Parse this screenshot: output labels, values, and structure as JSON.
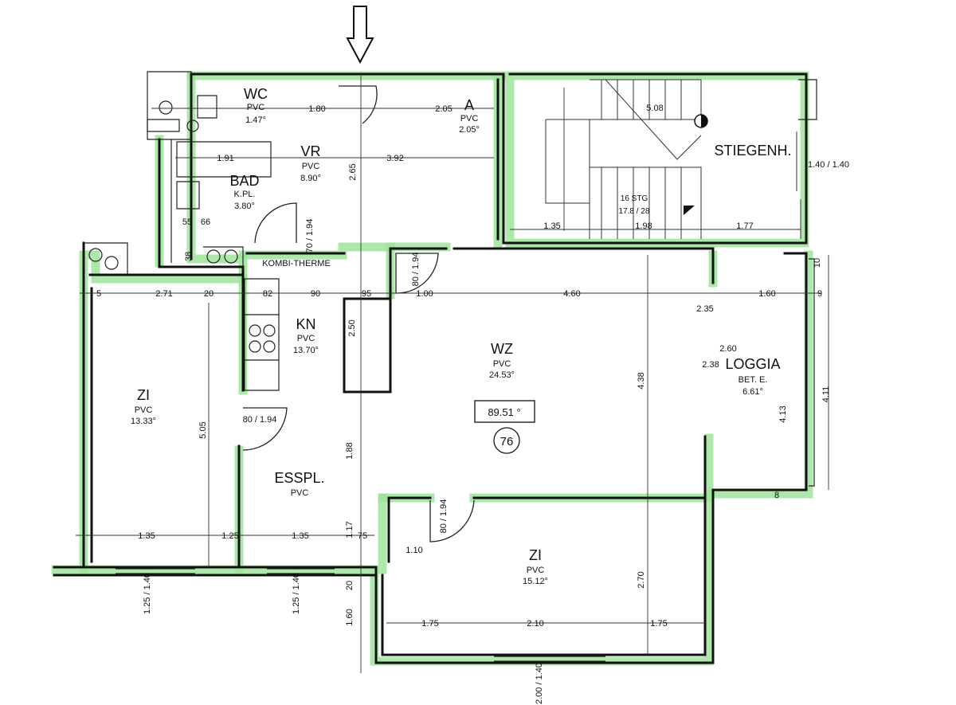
{
  "rooms": {
    "wc": {
      "name": "WC",
      "floor": "PVC",
      "area": "1.47°"
    },
    "a": {
      "name": "A",
      "floor": "PVC",
      "area": "2.05°"
    },
    "vr": {
      "name": "VR",
      "floor": "PVC",
      "area": "8.90°"
    },
    "bad": {
      "name": "BAD",
      "floor": "K.PL.",
      "area": "3.80°"
    },
    "stiegenh": {
      "name": "STIEGENH."
    },
    "kombi": {
      "name": "KOMBI-THERME"
    },
    "kn": {
      "name": "KN",
      "floor": "PVC",
      "area": "13.70°"
    },
    "wz": {
      "name": "WZ",
      "floor": "PVC",
      "area": "24.53°"
    },
    "loggia": {
      "name": "LOGGIA",
      "floor": "BET. E.",
      "area": "6.61°"
    },
    "zi_left": {
      "name": "ZI",
      "floor": "PVC",
      "area": "13.33°"
    },
    "esspl": {
      "name": "ESSPL.",
      "floor": "PVC"
    },
    "zi_bottom": {
      "name": "ZI",
      "floor": "PVC",
      "area": "15.12°"
    }
  },
  "unit": {
    "total_area": "89.51 °",
    "number": "76"
  },
  "stairs": {
    "line1": "16 STG",
    "line2": "17.8 / 28"
  },
  "dimensions": {
    "d_271": "2.71",
    "d_20": "20",
    "d_90": "90",
    "d_95": "95",
    "d_100": "1.00",
    "d_460": "4.60",
    "d_160": "1.60",
    "d_135a": "1.35",
    "d_125a": "1.25",
    "d_135b": "1.35",
    "d_75": "75",
    "d_117": "1.17",
    "d_175a": "1.75",
    "d_210": "2.10",
    "d_175b": "1.75",
    "d_110": "1.10",
    "d_191": "1.91",
    "d_392": "3.92",
    "d_205": "2.05",
    "d_180": "1.80",
    "d_177": "1.77",
    "d_135s": "1.35",
    "d_198": "1.98",
    "d_508": "5.08",
    "d_505": "5.05",
    "d_250": "2.50",
    "d_188": "1.88",
    "d_438": "4.38",
    "d_270": "2.70",
    "d_411": "4.11",
    "d_413": "4.13",
    "d_265": "2.65",
    "d_235": "2.35",
    "d_260": "2.60",
    "d_238": "2.38",
    "d_80_194a": "80 / 1.94",
    "d_80_194b": "80 / 1.94",
    "d_80_194c": "80 / 1.94",
    "d_70_194": "70 / 1.94",
    "d_125_140a": "1.25 / 1.40",
    "d_125_140b": "1.25 / 1.40",
    "d_200_140": "2.00 / 1.40",
    "d_160v": "1.60",
    "d_20v": "20",
    "d_140": "1.40 / 1.40",
    "d_8": "8",
    "d_9": "9",
    "d_10": "10",
    "d_82": "82",
    "d_5": "5",
    "d_55": "55",
    "d_66": "66",
    "d_38": "38"
  }
}
